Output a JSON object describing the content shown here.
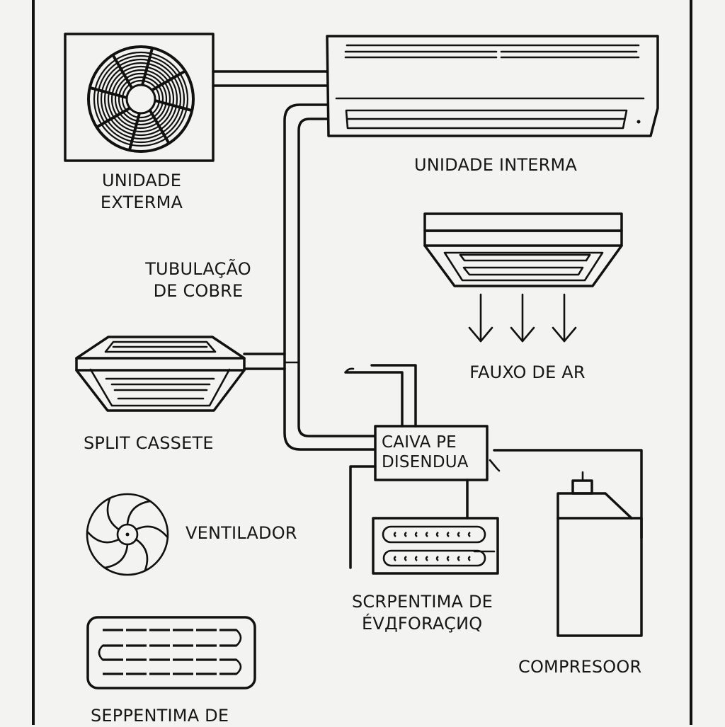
{
  "diagram": {
    "subject": "Split air-conditioning system components",
    "background_color": "#f3f3f1",
    "line_color": "#111111",
    "components": {
      "outdoor_unit": {
        "label_line1": "UNIDADE",
        "label_line2": "EXTERMA",
        "icon": "outdoor-unit-fan-grille-icon"
      },
      "indoor_unit": {
        "label": "UNIDADE INTERMA",
        "icon": "wall-split-unit-icon"
      },
      "copper_piping": {
        "label_line1": "TUBULAÇÃO",
        "label_line2": "DE COBRE"
      },
      "ceiling_cassette": {
        "icon": "ceiling-cassette-unit-icon"
      },
      "airflow": {
        "label": "FAUXO DE AR",
        "arrow_count": 3,
        "icon": "arrow-down-icon"
      },
      "split_cassette": {
        "label": "SPLIT CASSETE",
        "icon": "split-cassette-icon"
      },
      "distribution_box": {
        "label_line1": "CAIVA PE",
        "label_line2": "DISENDUA"
      },
      "fan": {
        "label": "VENTILADOR",
        "icon": "fan-icon"
      },
      "evaporator_coil": {
        "label_line1": "SCRPENTIMA DE",
        "label_line2": "ÉVДFORAÇИQ",
        "icon": "evaporator-coil-icon"
      },
      "compressor": {
        "label": "COMPRESOOR",
        "icon": "compressor-icon"
      },
      "condenser_coil": {
        "label": "SEPPENTIMA DE",
        "icon": "serpentine-coil-icon"
      }
    }
  }
}
